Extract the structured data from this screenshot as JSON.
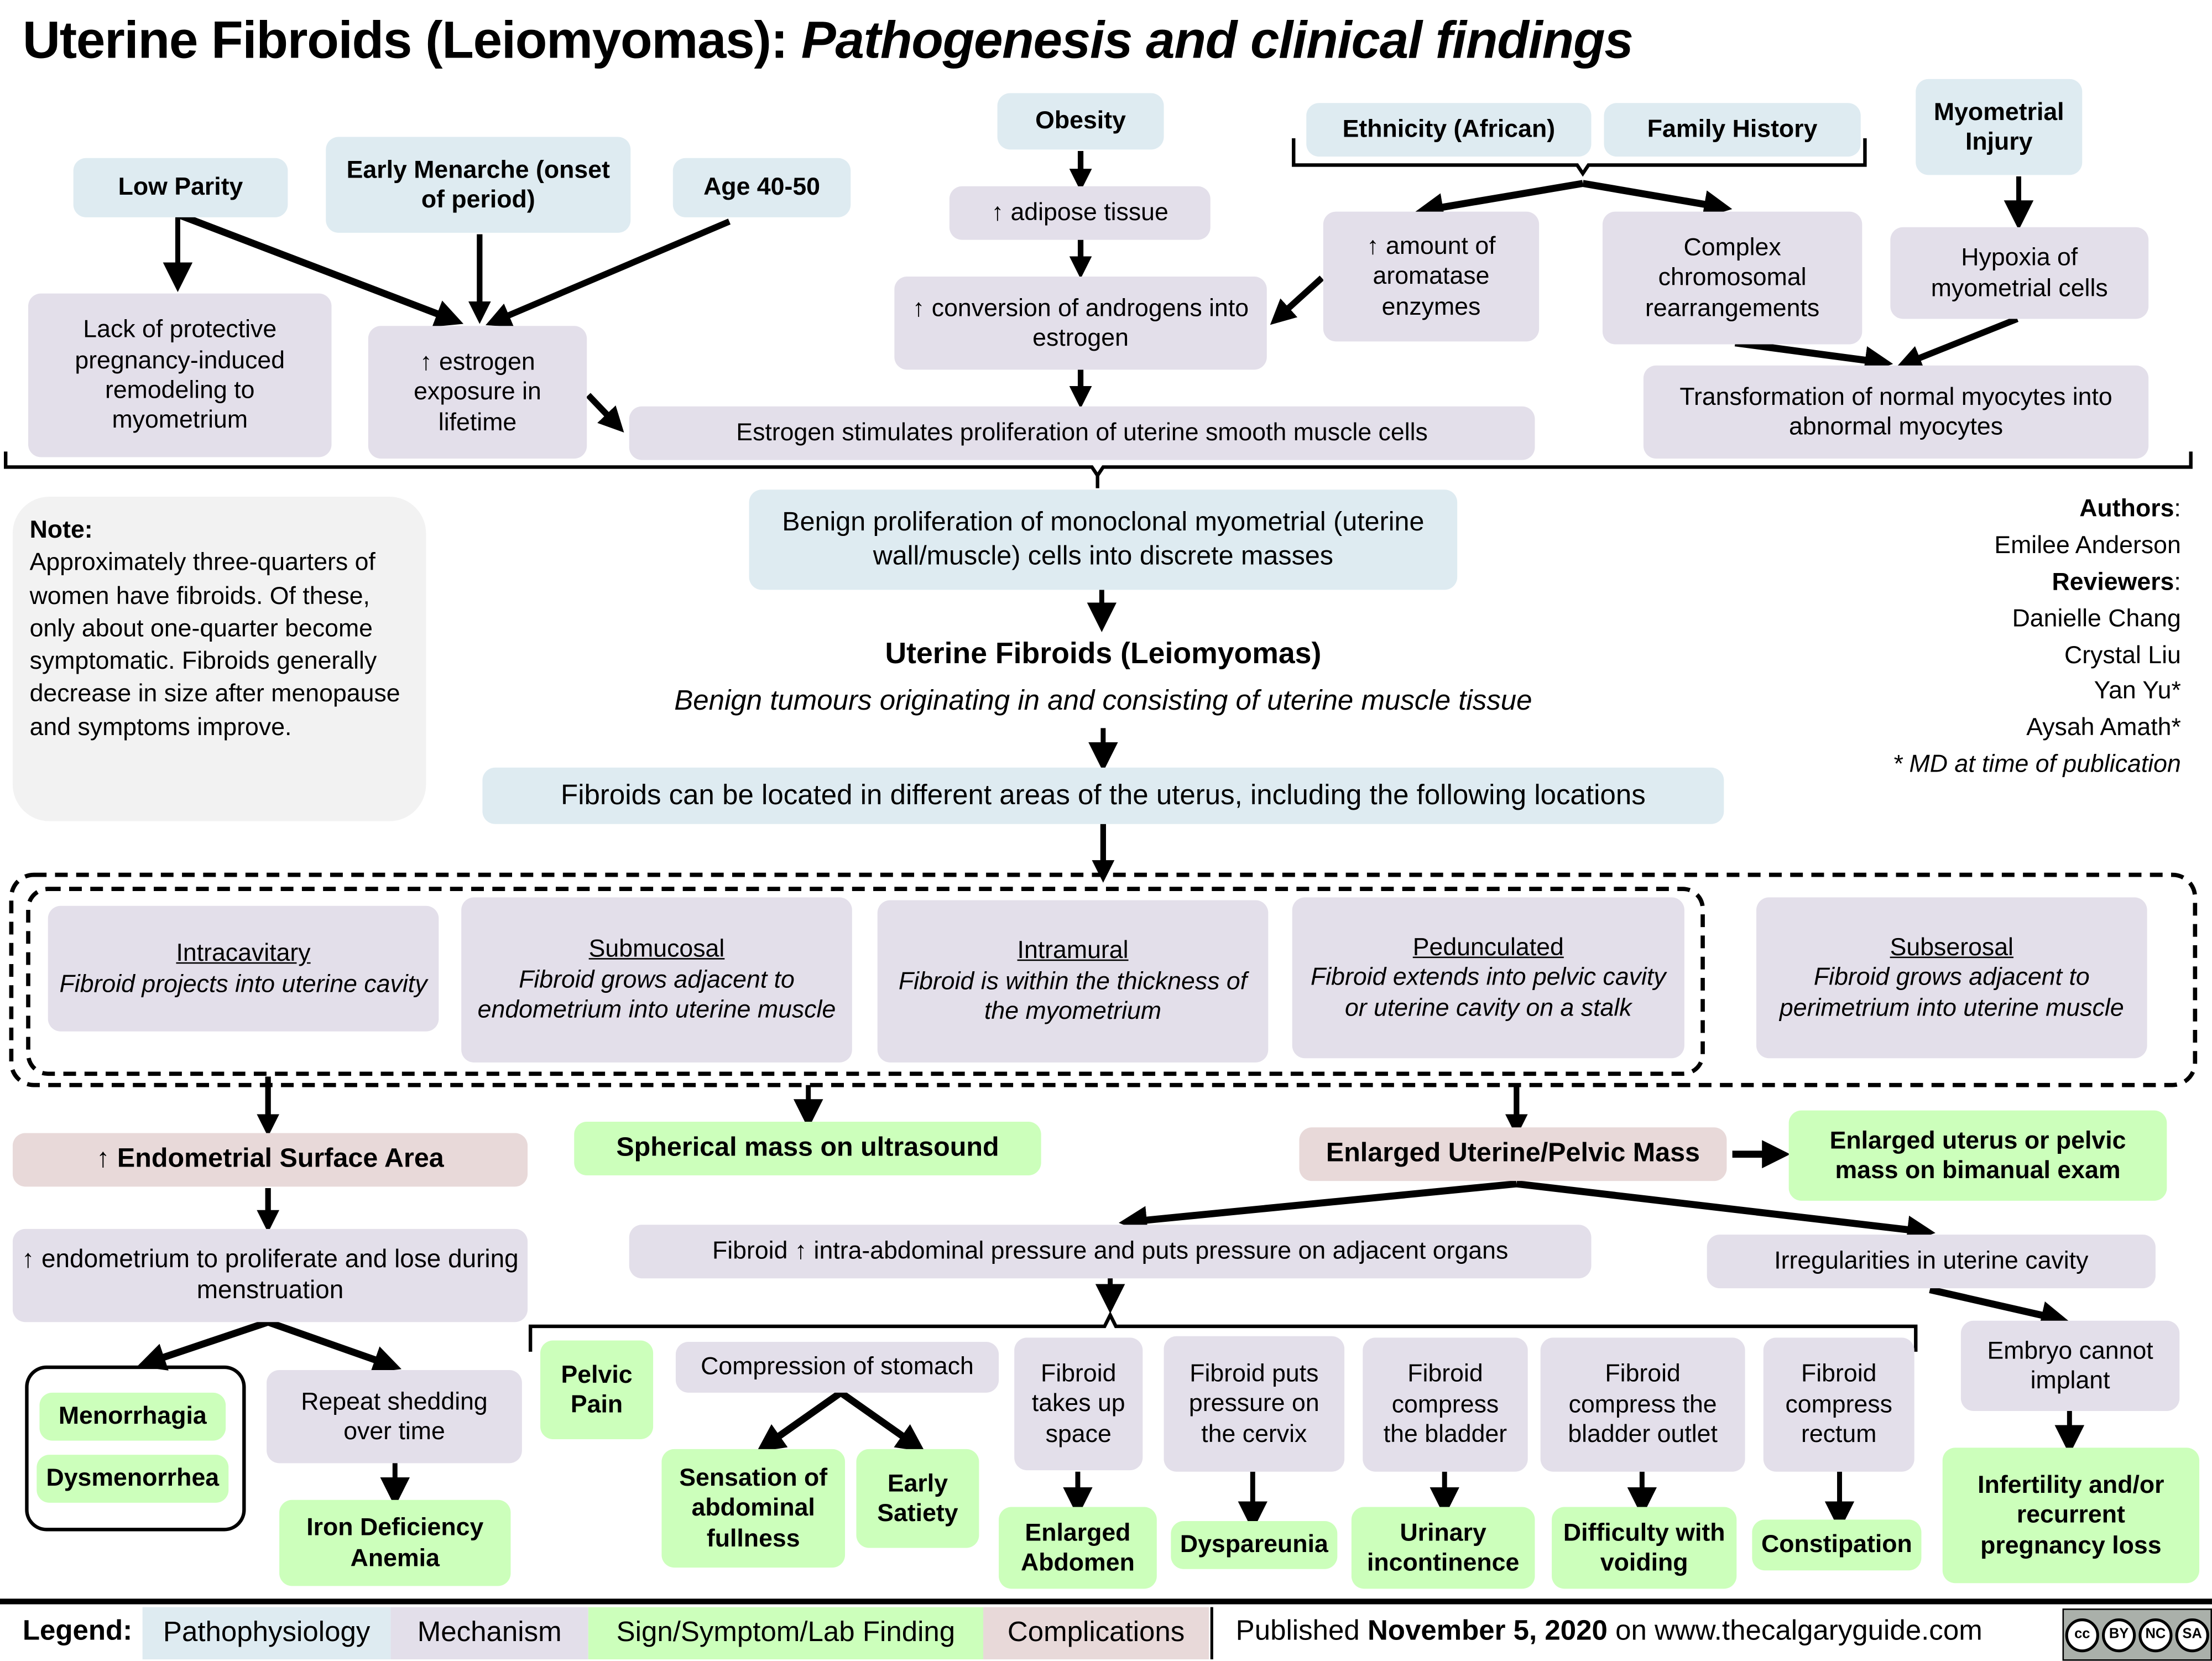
{
  "title": {
    "main": "Uterine Fibroids (Leiomyomas): ",
    "subtitle": "Pathogenesis and clinical findings"
  },
  "risk_factors": {
    "low_parity": "Low Parity",
    "early_menarche": "Early Menarche (onset of period)",
    "age": "Age 40-50",
    "obesity": "Obesity",
    "ethnicity": "Ethnicity (African)",
    "family_history": "Family History",
    "myometrial_injury": "Myometrial Injury"
  },
  "mechanisms": {
    "lack_protective": "Lack of protective pregnancy-induced remodeling to myometrium",
    "estrogen_exposure": "↑ estrogen exposure in lifetime",
    "adipose": "↑ adipose tissue",
    "conversion": "↑ conversion of androgens into estrogen",
    "aromatase": "↑ amount of aromatase enzymes",
    "chromosomal": "Complex chromosomal rearrangements",
    "hypoxia": "Hypoxia of myometrial cells",
    "estrogen_stimulates": "Estrogen stimulates proliferation of uterine smooth muscle cells",
    "transformation": "Transformation of normal myocytes into abnormal myocytes"
  },
  "note": {
    "heading": "Note:",
    "text": "Approximately three-quarters of women have fibroids. Of these, only about one-quarter become symptomatic. Fibroids generally decrease in size after menopause and symptoms improve."
  },
  "credits": {
    "authors_label": "Authors",
    "authors": [
      "Emilee Anderson"
    ],
    "reviewers_label": "Reviewers",
    "reviewers": [
      "Danielle Chang",
      "Crystal Liu",
      "Yan Yu*",
      "Aysah Amath*"
    ],
    "footnote": "* MD at time of publication"
  },
  "center": {
    "benign_proliferation": "Benign proliferation of monoclonal myometrial (uterine wall/muscle) cells into discrete masses",
    "fibroids_heading": "Uterine Fibroids (Leiomyomas)",
    "fibroids_definition": "Benign tumours originating in and consisting of uterine muscle tissue",
    "locations_intro": "Fibroids can be located in different areas of the uterus, including the following locations"
  },
  "locations": [
    {
      "name": "Intracavitary",
      "desc": "Fibroid projects into uterine cavity"
    },
    {
      "name": "Submucosal",
      "desc": "Fibroid grows adjacent to endometrium into uterine muscle"
    },
    {
      "name": "Intramural",
      "desc": "Fibroid is within the thickness of the myometrium"
    },
    {
      "name": "Pedunculated",
      "desc": "Fibroid extends into pelvic cavity or uterine cavity on a stalk"
    },
    {
      "name": "Subserosal",
      "desc": "Fibroid grows adjacent to perimetrium into uterine muscle"
    }
  ],
  "findings": {
    "endometrial_surface": "↑ Endometrial Surface Area",
    "endometrium_proliferate": "↑ endometrium to proliferate and lose during menstruation",
    "menorrhagia": "Menorrhagia",
    "dysmenorrhea": "Dysmenorrhea",
    "repeat_shedding": "Repeat shedding over time",
    "iron_deficiency": "Iron Deficiency Anemia",
    "spherical_mass": "Spherical mass on ultrasound",
    "enlarged_mass": "Enlarged Uterine/Pelvic Mass",
    "bimanual": "Enlarged uterus or pelvic mass on bimanual exam",
    "intra_abdominal": "Fibroid ↑ intra-abdominal pressure and puts pressure on adjacent organs",
    "irregularities": "Irregularities in uterine cavity",
    "embryo": "Embryo cannot implant",
    "infertility": "Infertility and/or recurrent pregnancy loss",
    "pelvic_pain": "Pelvic Pain",
    "compression_stomach": "Compression of stomach",
    "sensation_fullness": "Sensation of abdominal fullness",
    "early_satiety": "Early Satiety",
    "takes_space": "Fibroid takes up space",
    "enlarged_abdomen": "Enlarged Abdomen",
    "cervix": "Fibroid puts pressure on the cervix",
    "dyspareunia": "Dyspareunia",
    "bladder": "Fibroid compress the bladder",
    "urinary_incontinence": "Urinary incontinence",
    "bladder_outlet": "Fibroid compress the bladder outlet",
    "voiding": "Difficulty with voiding",
    "rectum": "Fibroid compress rectum",
    "constipation": "Constipation"
  },
  "legend": {
    "label": "Legend:",
    "items": [
      {
        "label": "Pathophysiology",
        "color": "#deebf1"
      },
      {
        "label": "Mechanism",
        "color": "#e3dfea"
      },
      {
        "label": "Sign/Symptom/Lab Finding",
        "color": "#ccffbb"
      },
      {
        "label": "Complications",
        "color": "#e8d9d9"
      }
    ]
  },
  "footer": {
    "published_prefix": "Published ",
    "published_date": "November 5, 2020",
    "published_suffix": " on www.thecalgaryguide.com",
    "license": {
      "cc": "cc",
      "by": "BY",
      "nc": "NC",
      "sa": "SA"
    }
  }
}
